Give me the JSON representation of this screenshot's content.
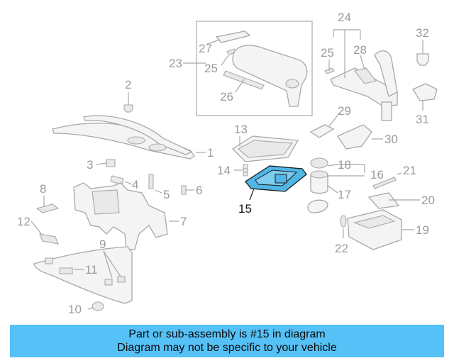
{
  "diagram": {
    "callouts": [
      "1",
      "2",
      "3",
      "4",
      "5",
      "6",
      "7",
      "8",
      "9",
      "10",
      "11",
      "12",
      "13",
      "14",
      "15",
      "16",
      "17",
      "18",
      "19",
      "20",
      "21",
      "22",
      "23",
      "24",
      "25",
      "25",
      "26",
      "27",
      "28",
      "29",
      "30",
      "31",
      "32"
    ],
    "highlighted_part": "15",
    "highlight_color": "#4fb6e6",
    "banner_color": "#56c1f7"
  },
  "banner": {
    "line1": "Part or sub-assembly is #15 in diagram",
    "line2": "Diagram may not be specific to your vehicle"
  }
}
